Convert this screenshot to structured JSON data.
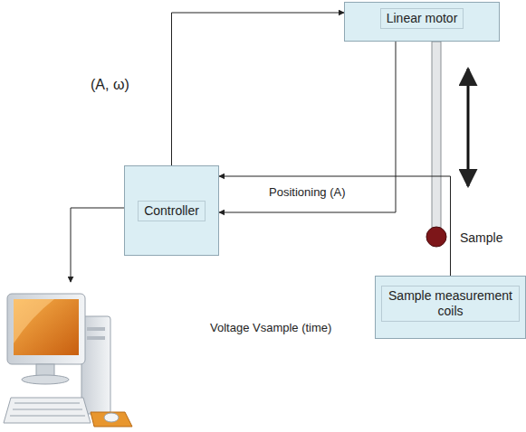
{
  "diagram": {
    "nodes": [
      {
        "text": [
          "Linear motor"
        ]
      },
      {
        "text": [
          "Controller"
        ]
      },
      {
        "text": [
          "Sample measurement coils"
        ]
      }
    ],
    "edges": [
      {
        "from": 1,
        "to": 0,
        "arrow": "to",
        "label": "(A, ω)"
      },
      {
        "from": 0,
        "to": 1,
        "arrow": "to",
        "label": "Positioning (A)"
      },
      {
        "from": 2,
        "to": 1,
        "arrow": "to",
        "label": "Voltage Vsample (time)"
      }
    ],
    "labels": [
      "Sample"
    ]
  }
}
